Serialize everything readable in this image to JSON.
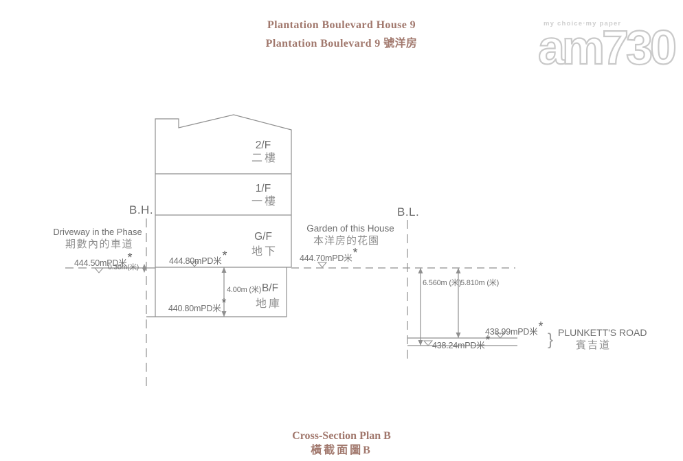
{
  "colors": {
    "accent": "#a1786d",
    "line_gray": "#8f8f8f",
    "text_gray": "#6e6e6e",
    "logo_gray": "#c9c9c9"
  },
  "header": {
    "title_en": "Plantation Boulevard House 9",
    "title_zh": "Plantation Boulevard 9 號洋房",
    "logo": {
      "tagline": "my choice‧my paper",
      "brand": "am730"
    }
  },
  "drawing": {
    "asterisk": "*",
    "boundary_house": "B.H.",
    "boundary_lot": "B.L.",
    "driveway": {
      "en": "Driveway in the Phase",
      "zh": "期數內的車道",
      "level": "444.50mPD米"
    },
    "garden": {
      "en": "Garden of this House",
      "zh": "本洋房的花園",
      "level": "444.70mPD米"
    },
    "road": {
      "en": "PLUNKETT'S ROAD",
      "zh": "賓吉道",
      "brace": "}",
      "level_upper": "438.99mPD米",
      "level_lower": "438.24mPD米"
    },
    "floors": [
      {
        "code": "2/F",
        "zh": "二樓"
      },
      {
        "code": "1/F",
        "zh": "一樓"
      },
      {
        "code": "G/F",
        "zh": "地下"
      },
      {
        "code": "B/F",
        "zh": "地庫"
      }
    ],
    "levels": {
      "gf": "444.80mPD米",
      "bf": "440.80mPD米"
    },
    "dimensions": {
      "step": "0.30m(米)",
      "basement_height": "4.00m (米)",
      "drop_low": "6.560m (米)",
      "drop_high": "5.810m (米)"
    }
  },
  "footer": {
    "caption_en": "Cross-Section Plan B",
    "caption_zh": "橫截面圖B"
  }
}
